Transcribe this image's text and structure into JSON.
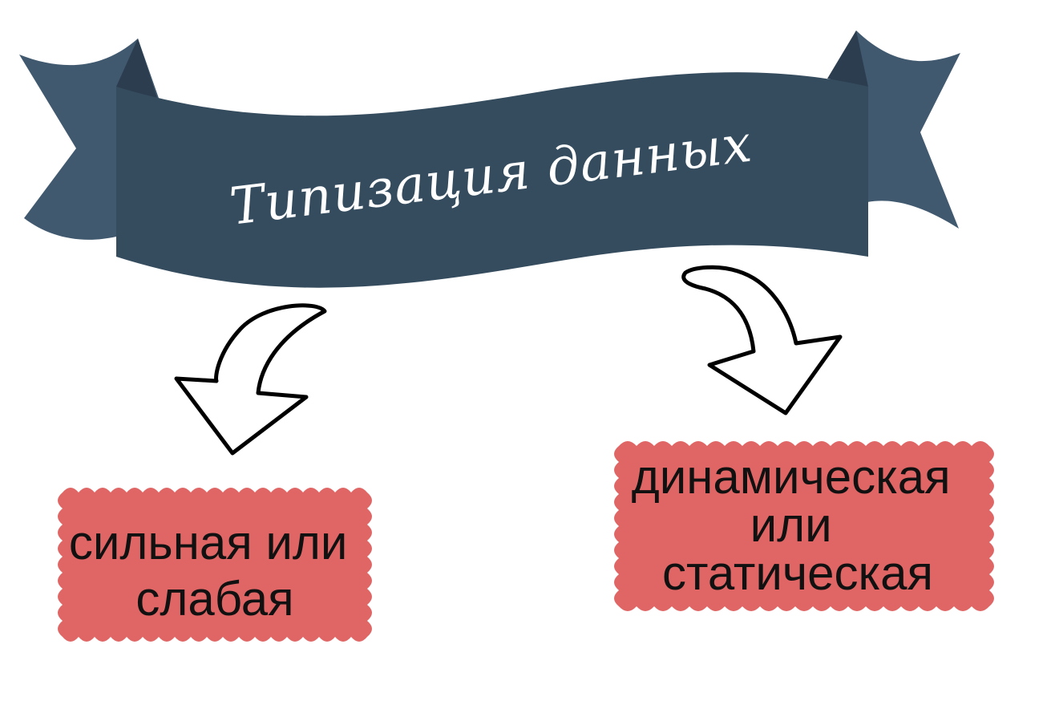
{
  "title": "Типизация данных",
  "nodes": {
    "left": {
      "lines": [
        "сильная или",
        "слабая"
      ]
    },
    "right": {
      "lines": [
        "динамическая",
        "или",
        "статическая"
      ]
    }
  },
  "colors": {
    "banner_main": "#354c5e",
    "banner_side": "#40596f",
    "banner_fold": "#2b3d4f",
    "box_fill": "#e06666",
    "arrow_stroke": "#000000",
    "arrow_fill": "#ffffff",
    "title_text": "#ffffff",
    "label_text": "#111111"
  },
  "icons": [
    "curved-arrow-down-left-icon",
    "curved-arrow-down-right-icon"
  ]
}
